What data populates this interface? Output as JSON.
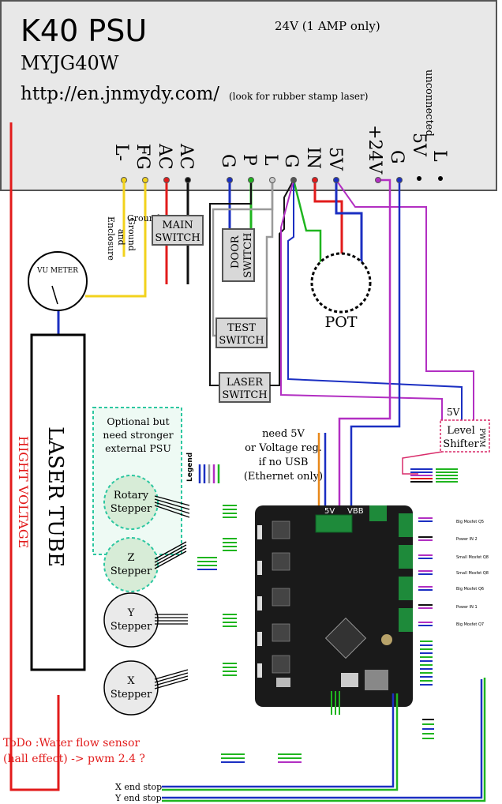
{
  "psu": {
    "title": "K40 PSU",
    "model": "MYJG40W",
    "url": "http://en.jnmydy.com/",
    "url_note": "(look for rubber stamp laser)",
    "rating": "24V (1 AMP only)",
    "unconnected": "unconnected",
    "pins": {
      "l_minus": "L-",
      "fg": "FG",
      "ac1": "AC",
      "ac2": "AC",
      "g1": "G",
      "p": "P",
      "l1": "L",
      "g2": "G",
      "in": "IN",
      "v5a": "5V",
      "v24": "+24V",
      "g3": "G",
      "v5b": "5V",
      "l2": "L"
    }
  },
  "labels": {
    "ground_enclosure": [
      "Ground",
      "and",
      "Enclosure"
    ],
    "main_switch": [
      "MAIN",
      "SWITCH"
    ],
    "door_switch": [
      "DOOR",
      "SWITCH"
    ],
    "test_switch": [
      "TEST",
      "SWITCH"
    ],
    "laser_switch": [
      "LASER",
      "SWITCH"
    ],
    "pot": "POT",
    "vu_meter": "VU METER",
    "laser_tube": "LASER TUBE",
    "high_voltage": "HIGHT VOLTAGE",
    "optional": [
      "Optional but",
      "need stronger",
      "external PSU"
    ],
    "rotary_stepper": [
      "Rotary",
      "Stepper"
    ],
    "z_stepper": [
      "Z",
      "Stepper"
    ],
    "y_stepper": [
      "Y",
      "Stepper"
    ],
    "x_stepper": [
      "X",
      "Stepper"
    ],
    "legend": "Legend",
    "need5v": [
      "need 5V",
      "or Voltage reg.",
      "if no USB",
      "(Ethernet only)"
    ],
    "v5_small": "5V",
    "level_shifter": [
      "Level",
      "Shifter"
    ],
    "pwm": "PWM",
    "board_5v": "5V",
    "board_vbb": "VBB",
    "todo": [
      "ToDo :Water flow sensor",
      "(hall effect) -> pwm 2.4 ?"
    ],
    "x_end_stop": "X end stop",
    "y_end_stop": "Y end stop"
  },
  "right_labels": [
    "Big Mosfet Q5",
    "Power IN 2",
    "Small Mosfet Q8",
    "Small Mosfet Q8",
    "Big Mosfet Q6",
    "Power IN 1",
    "Big Mosfet Q7"
  ],
  "colors": {
    "psu_fill": "#e8e8e8",
    "board": "#1a1a1a",
    "red": "#e21b1b",
    "yellow": "#f2d21c",
    "blue": "#1b2fc2",
    "green": "#1fb51f",
    "purple": "#b22fc2",
    "orange": "#e8881a",
    "grey": "#9a9a9a",
    "stepper_fill": "#d7ecd7",
    "dash_green": "#2cc7a0"
  }
}
